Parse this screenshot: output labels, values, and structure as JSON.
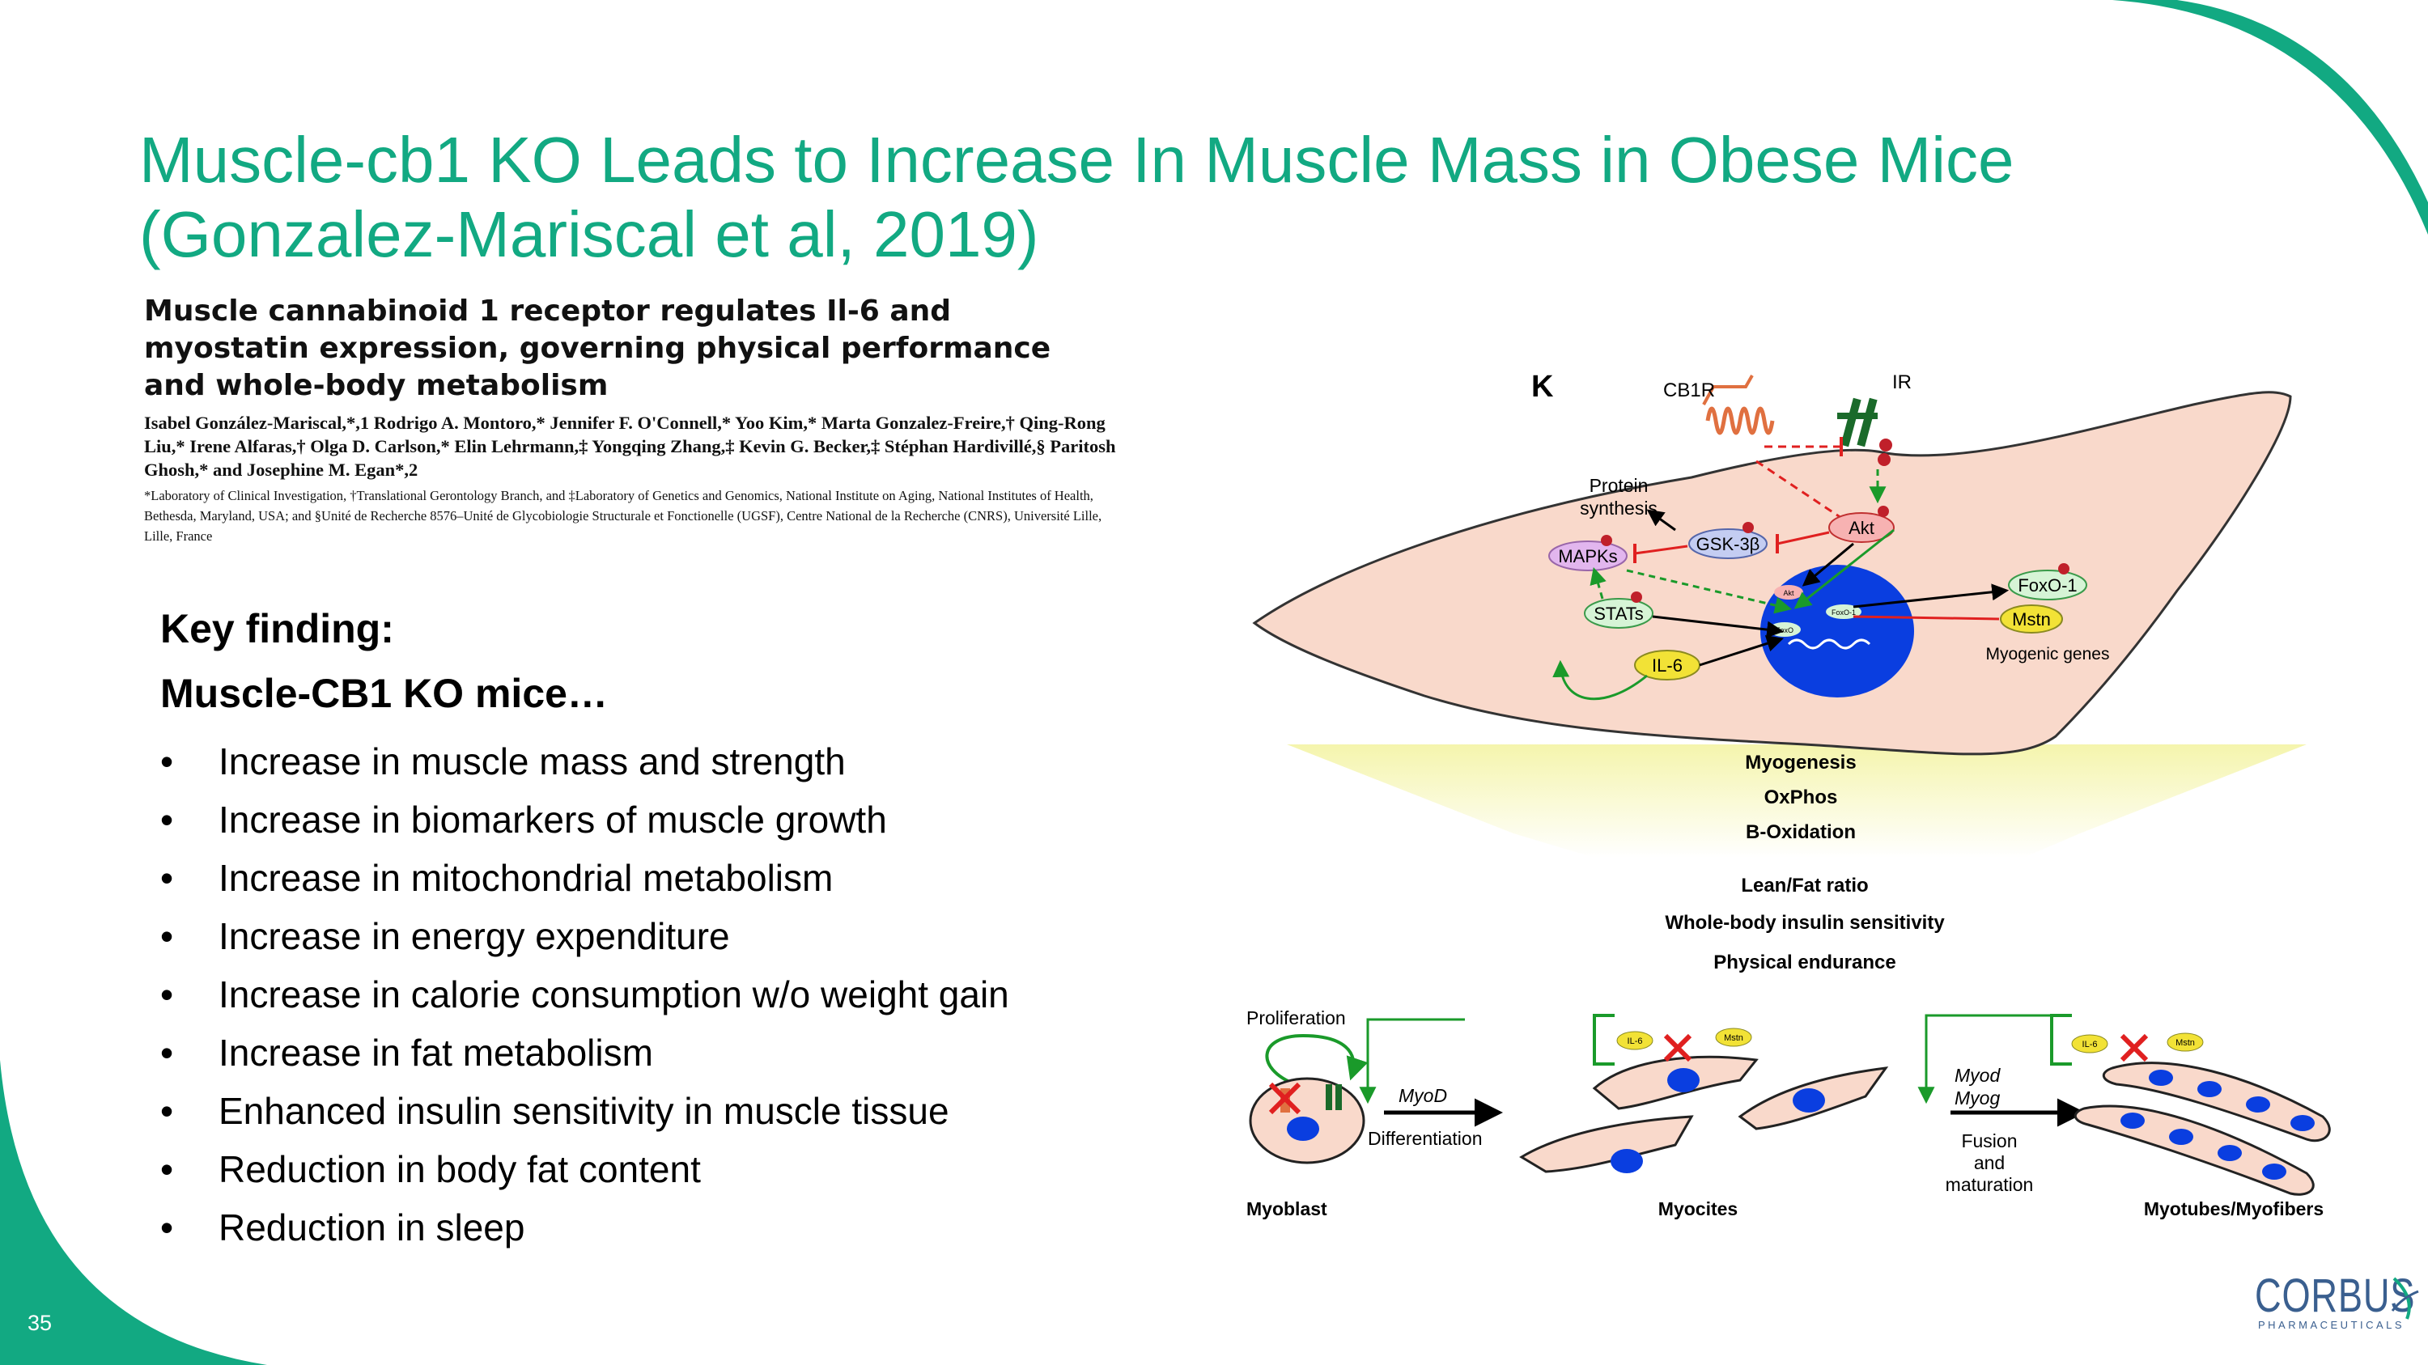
{
  "slide": {
    "title": "Muscle-cb1 KO Leads to Increase In Muscle Mass in Obese Mice\n(Gonzalez-Mariscal et al, 2019)",
    "page_number": "35"
  },
  "paper": {
    "title": "Muscle cannabinoid 1 receptor regulates Il-6 and myostatin expression, governing physical performance and whole-body metabolism",
    "authors": "Isabel González-Mariscal,*,1 Rodrigo A. Montoro,* Jennifer F. O'Connell,* Yoo Kim,* Marta Gonzalez-Freire,† Qing-Rong Liu,* Irene Alfaras,† Olga D. Carlson,* Elin Lehrmann,‡ Yongqing Zhang,‡ Kevin G. Becker,‡ Stéphan Hardivillé,§ Paritosh Ghosh,* and Josephine M. Egan*,2",
    "affiliations": "*Laboratory of Clinical Investigation, †Translational Gerontology Branch, and ‡Laboratory of Genetics and Genomics, National Institute on Aging, National Institutes of Health, Bethesda, Maryland, USA; and §Unité de Recherche 8576–Unité de Glycobiologie Structurale et Fonctionelle (UGSF), Centre National de la Recherche (CNRS), Université Lille, Lille, France"
  },
  "findings": {
    "heading": "Key finding:",
    "subheading": "Muscle-CB1 KO mice…",
    "bullet": "•",
    "items": [
      "Increase in muscle mass and strength",
      "Increase in biomarkers of muscle growth",
      "Increase in mitochondrial metabolism",
      "Increase in energy expenditure",
      "Increase in calorie consumption w/o weight gain",
      "Increase in fat metabolism",
      "Enhanced insulin sensitivity in muscle tissue",
      "Reduction in body fat content",
      "Reduction in sleep"
    ]
  },
  "diagram": {
    "panel_label": "K",
    "receptors": {
      "cb1r": "CB1R",
      "ir": "IR"
    },
    "cell_labels": {
      "protein_synthesis": "Protein\nsynthesis",
      "mapks": "MAPKs",
      "gsk3": "GSK-3β",
      "akt": "Akt",
      "foxo1": "FoxO-1",
      "stats": "STATs",
      "mstn": "Mstn",
      "myogenic_genes": "Myogenic genes",
      "il6": "IL-6",
      "nucleus_akt": "Akt",
      "nucleus_foxo": "FoxO",
      "nucleus_foxo1": "FoxO-1"
    },
    "outcomes_top": [
      "Myogenesis",
      "OxPhos",
      "Β-Oxidation"
    ],
    "outcomes_bottom": [
      "Lean/Fat ratio",
      "Whole-body insulin sensitivity",
      "Physical endurance"
    ],
    "stages": {
      "proliferation": "Proliferation",
      "myod": "MyoD",
      "differentiation": "Differentiation",
      "myod2": "Myod",
      "myog": "Myog",
      "fusion": "Fusion\nand\nmaturation",
      "myoblast": "Myoblast",
      "myocites": "Myocites",
      "myotubes": "Myotubes/Myofibers",
      "il6_small": "IL-6",
      "mstn_small": "Mstn"
    }
  },
  "logo": {
    "name": "CORBUS",
    "tagline": "PHARMACEUTICALS"
  },
  "colors": {
    "accent": "#12a982",
    "logo": "#3a5f8f",
    "cell_fill": "#f9d9cb",
    "nucleus": "#0a3ee0"
  }
}
